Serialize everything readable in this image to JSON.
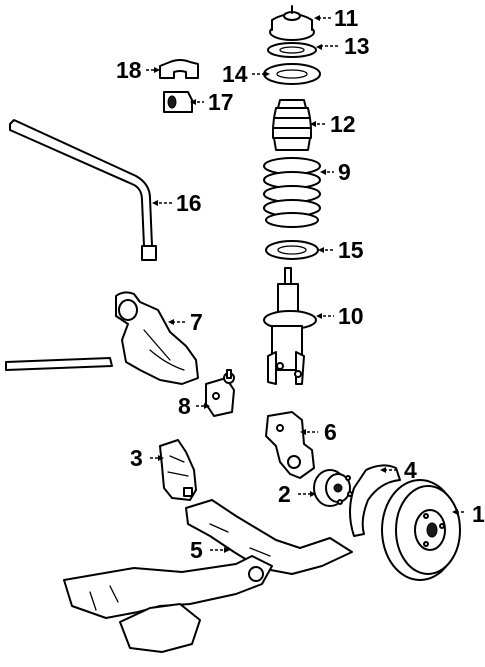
{
  "callouts": [
    {
      "id": "1",
      "label": "1"
    },
    {
      "id": "2",
      "label": "2"
    },
    {
      "id": "3",
      "label": "3"
    },
    {
      "id": "4",
      "label": "4"
    },
    {
      "id": "5",
      "label": "5"
    },
    {
      "id": "6",
      "label": "6"
    },
    {
      "id": "7",
      "label": "7"
    },
    {
      "id": "8",
      "label": "8"
    },
    {
      "id": "9",
      "label": "9"
    },
    {
      "id": "10",
      "label": "10"
    },
    {
      "id": "11",
      "label": "11"
    },
    {
      "id": "12",
      "label": "12"
    },
    {
      "id": "13",
      "label": "13"
    },
    {
      "id": "14",
      "label": "14"
    },
    {
      "id": "15",
      "label": "15"
    },
    {
      "id": "16",
      "label": "16"
    },
    {
      "id": "17",
      "label": "17"
    },
    {
      "id": "18",
      "label": "18"
    }
  ]
}
